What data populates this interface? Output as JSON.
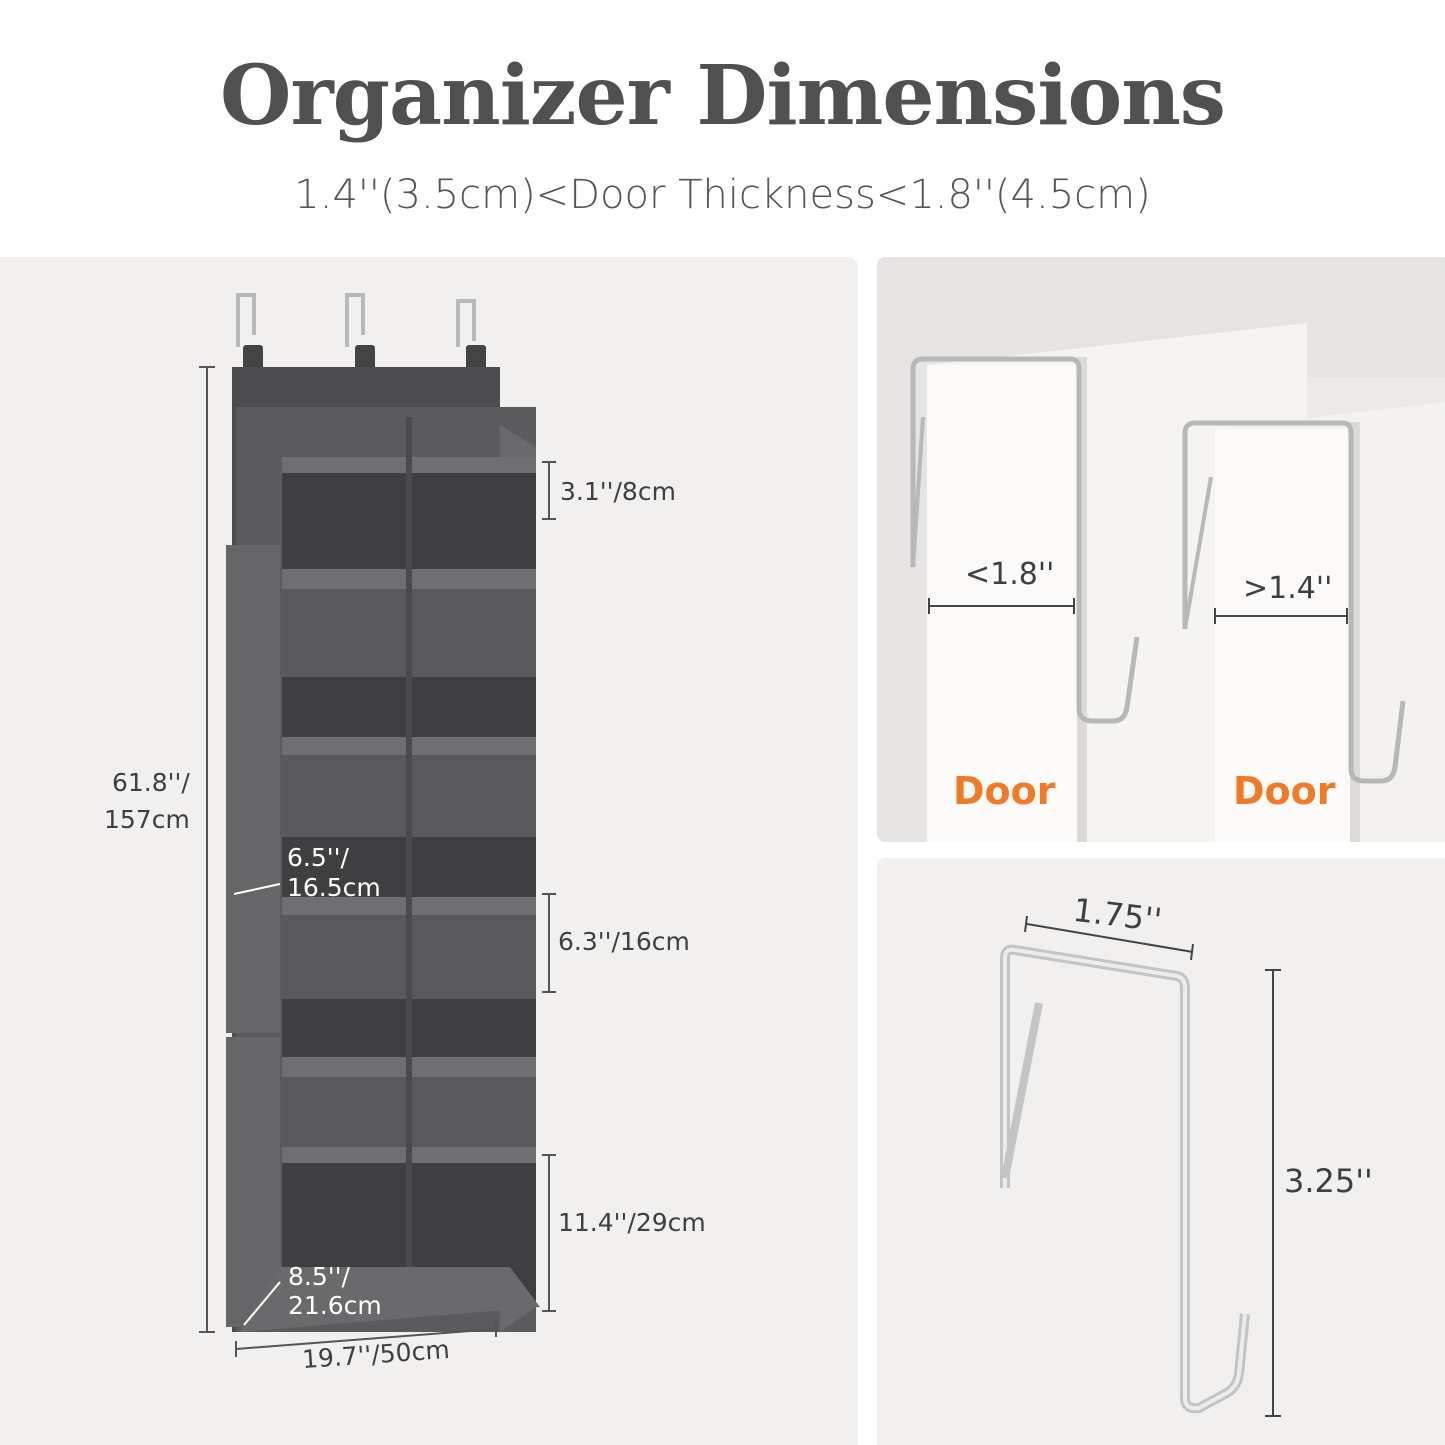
{
  "header": {
    "title": "Organizer Dimensions",
    "subtitle": "1.4''(3.5cm)<Door Thickness<1.8''(4.5cm)"
  },
  "organizer": {
    "height_label_line1": "61.8''/",
    "height_label_line2": "157cm",
    "pocket_small": "3.1''/8cm",
    "pocket_medium": "6.3''/16cm",
    "pocket_large": "11.4''/29cm",
    "depth_label_line1": "6.5''/",
    "depth_label_line2": "16.5cm",
    "bottom_depth_line1": "8.5''/",
    "bottom_depth_line2": "21.6cm",
    "width_label": "19.7''/50cm",
    "fabric_color": "#5b5b5d"
  },
  "door_fit": {
    "max_label": "<1.8''",
    "min_label": ">1.4''",
    "door_label": "Door",
    "accent_color": "#ef7a27"
  },
  "hook": {
    "width_label": "1.75''",
    "height_label": "3.25''"
  }
}
